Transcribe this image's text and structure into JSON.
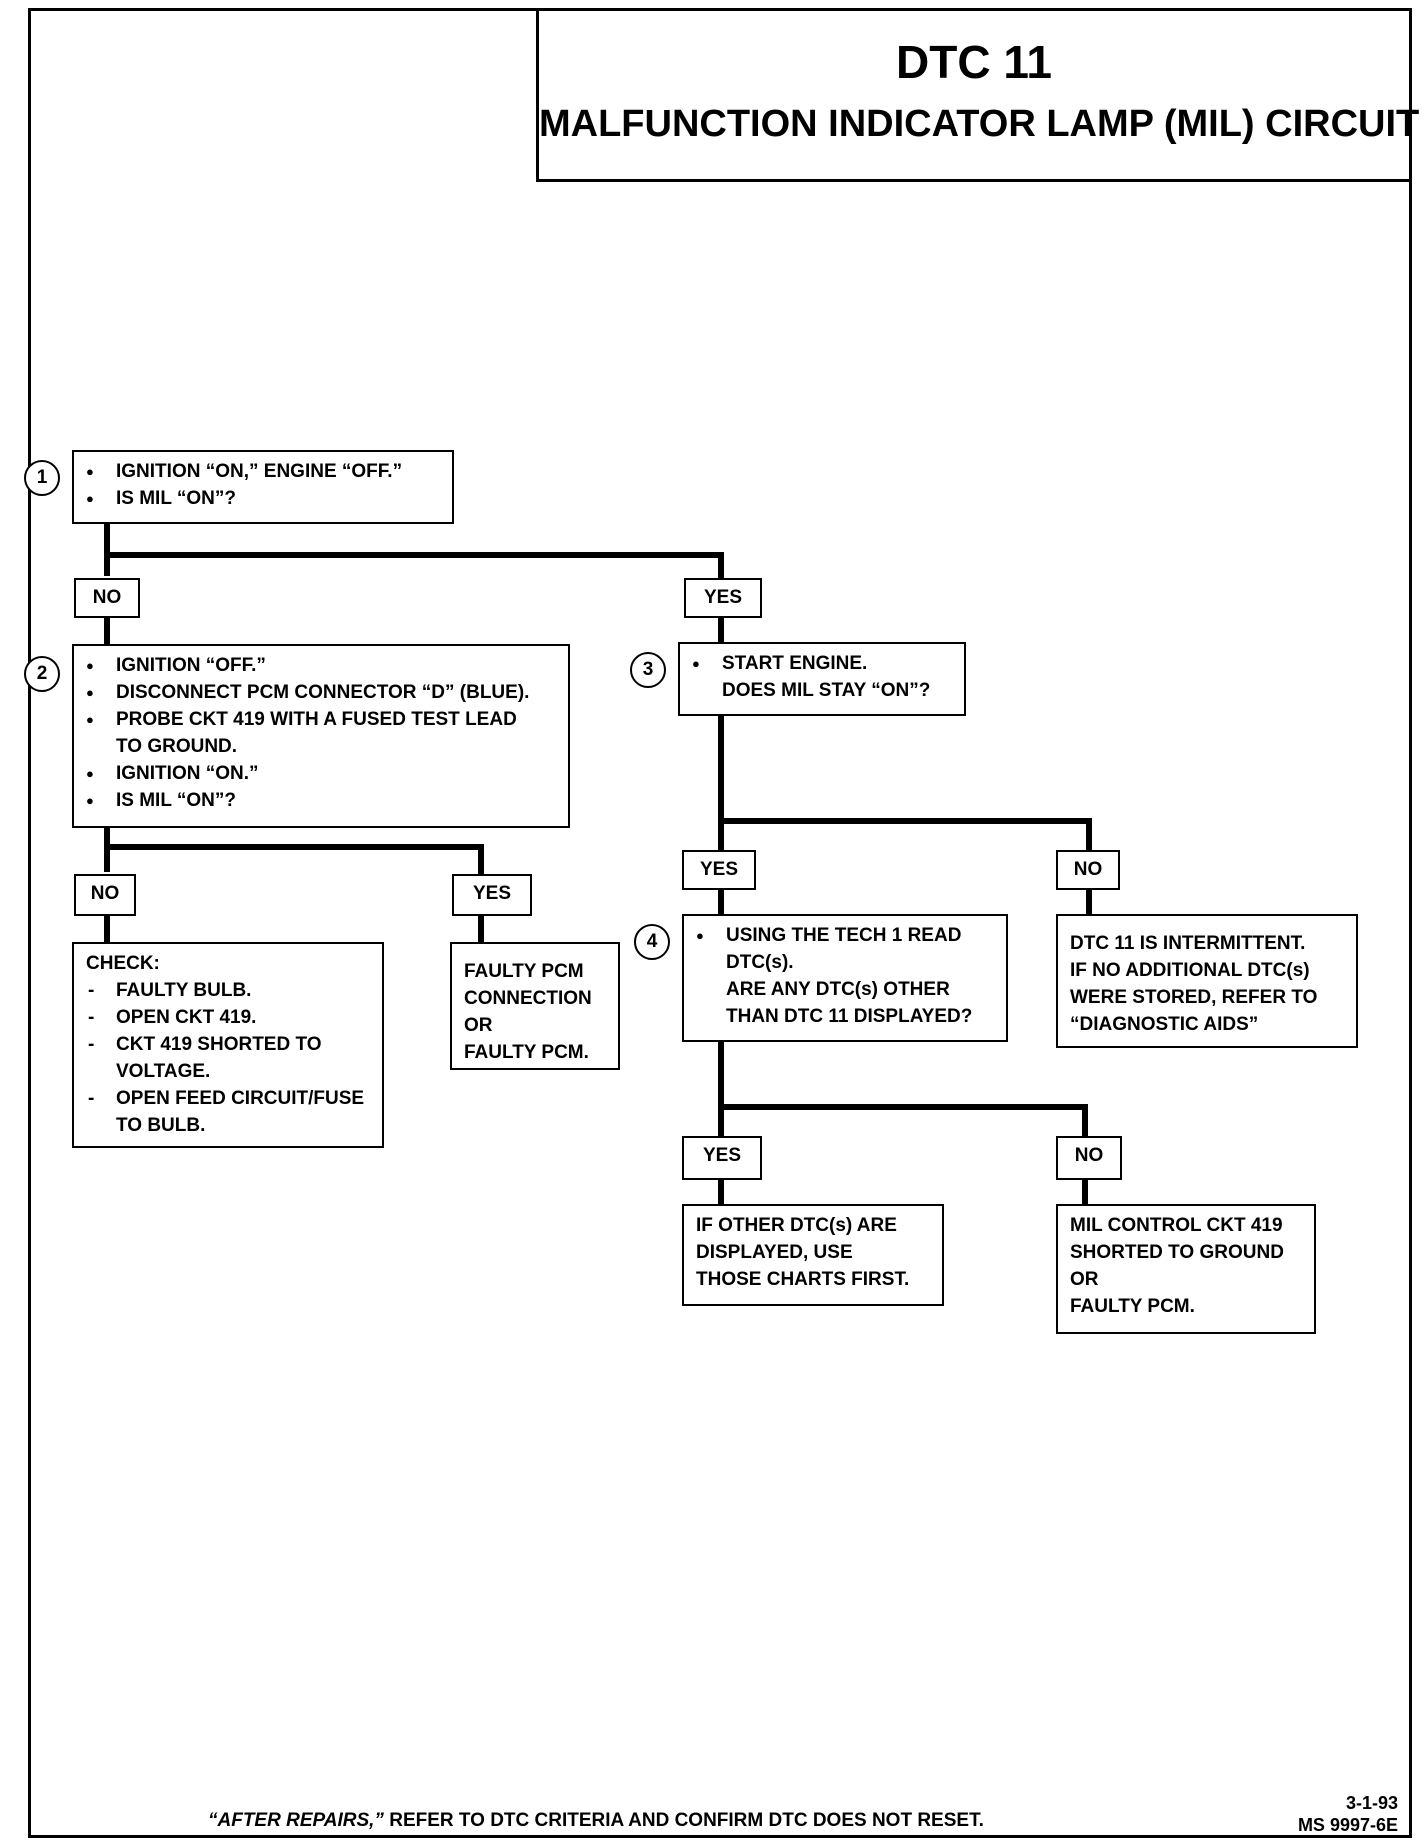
{
  "header": {
    "code": "DTC 11",
    "title": "MALFUNCTION INDICATOR LAMP (MIL) CIRCUIT"
  },
  "steps": {
    "s1": {
      "num": "1",
      "lines": [
        "IGNITION “ON,” ENGINE “OFF.”",
        "IS MIL “ON”?"
      ]
    },
    "s2": {
      "num": "2",
      "lines": [
        "IGNITION “OFF.”",
        "DISCONNECT PCM CONNECTOR “D” (BLUE).",
        "PROBE CKT 419 WITH A FUSED TEST LEAD",
        "TO GROUND.",
        "IGNITION “ON.”",
        "IS MIL “ON”?"
      ]
    },
    "s3": {
      "num": "3",
      "lines": [
        "START ENGINE.",
        "DOES MIL STAY “ON”?"
      ]
    },
    "s4": {
      "num": "4",
      "lines": [
        "USING THE TECH 1 READ",
        "DTC(s).",
        "ARE ANY DTC(s) OTHER",
        "THAN DTC 11 DISPLAYED?"
      ]
    }
  },
  "labels": {
    "no": "NO",
    "yes": "YES"
  },
  "results": {
    "check": {
      "heading": "CHECK:",
      "lines": [
        "FAULTY BULB.",
        "OPEN CKT 419.",
        "CKT 419 SHORTED TO",
        "VOLTAGE.",
        "OPEN FEED CIRCUIT/FUSE",
        "TO BULB."
      ]
    },
    "faulty_pcm_connection": [
      "FAULTY PCM",
      "CONNECTION",
      "OR",
      "FAULTY PCM."
    ],
    "intermittent": [
      "DTC 11 IS INTERMITTENT.",
      "IF NO ADDITIONAL DTC(s)",
      "WERE STORED, REFER TO",
      "“DIAGNOSTIC AIDS”"
    ],
    "other_dtcs": [
      "IF OTHER DTC(s) ARE",
      "DISPLAYED, USE",
      "THOSE CHARTS FIRST."
    ],
    "mil_ckt_short": [
      "MIL CONTROL CKT 419",
      "SHORTED TO GROUND",
      "OR",
      "FAULTY PCM."
    ]
  },
  "footer": {
    "after_repairs": "“AFTER REPAIRS,”",
    "note": " REFER TO DTC CRITERIA AND CONFIRM DTC DOES NOT RESET.",
    "date": "3-1-93",
    "doc_number": "MS 9997-6E"
  }
}
